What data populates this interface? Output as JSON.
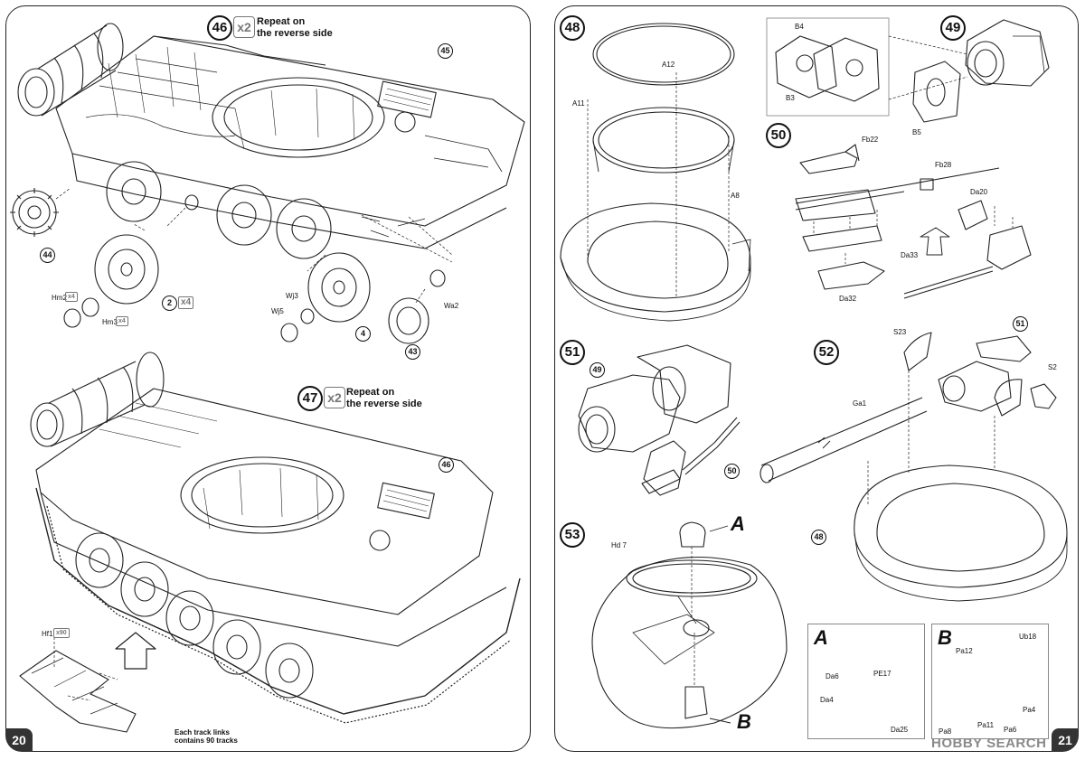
{
  "pages": {
    "left_number": "20",
    "right_number": "21"
  },
  "watermark": "HOBBY SEARCH",
  "steps": {
    "s46": {
      "number": "46",
      "multiplier": "x2",
      "note_line1": "Repeat on",
      "note_line2": "the reverse side"
    },
    "s47": {
      "number": "47",
      "multiplier": "x2",
      "note_line1": "Repeat on",
      "note_line2": "the reverse side"
    },
    "s48": {
      "number": "48"
    },
    "s49": {
      "number": "49"
    },
    "s50": {
      "number": "50"
    },
    "s51": {
      "number": "51"
    },
    "s52": {
      "number": "52"
    },
    "s53": {
      "number": "53"
    }
  },
  "part_refs": {
    "r45": "45",
    "r44": "44",
    "r2": "2",
    "r4": "4",
    "r43": "43",
    "r46": "46",
    "r49": "49",
    "r50": "50",
    "r51": "51",
    "r48": "48"
  },
  "quantities": {
    "q2": "x4",
    "hm2": "x4",
    "hm3": "x4",
    "hf1": "x90"
  },
  "labels": {
    "hm2": "Hm2",
    "hm3": "Hm3",
    "wj3": "Wj3",
    "wj5": "Wj5",
    "wa2": "Wa2",
    "hf1": "Hf1",
    "a12": "A12",
    "a11": "A11",
    "a8": "A8",
    "b4": "B4",
    "b3": "B3",
    "b5": "B5",
    "fb22": "Fb22",
    "fb28": "Fb28",
    "da20": "Da20",
    "da33": "Da33",
    "da32": "Da32",
    "s23": "S23",
    "s2": "S2",
    "ga1": "Ga1",
    "hd7": "Hd 7",
    "pe17": "PE17",
    "da6": "Da6",
    "da4": "Da4",
    "da25": "Da25",
    "pa12": "Pa12",
    "ub18": "Ub18",
    "pa4": "Pa4",
    "pa8": "Pa8",
    "pa11": "Pa11",
    "pa6": "Pa6"
  },
  "callouts": {
    "a": "A",
    "b": "B"
  },
  "track_note": {
    "line1": "Each track links",
    "line2": "contains 90 tracks"
  }
}
